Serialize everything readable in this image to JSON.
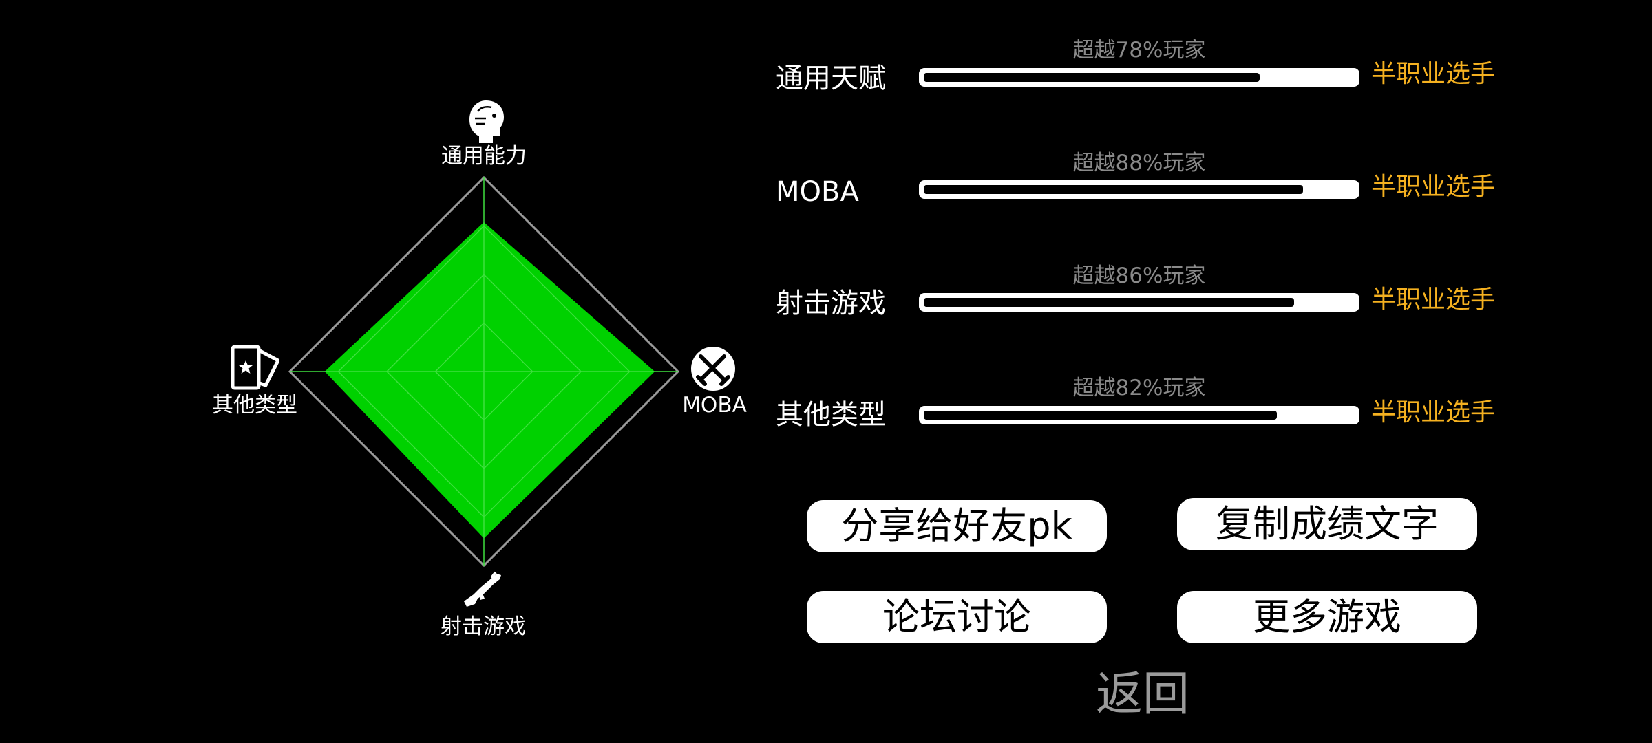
{
  "radar": {
    "axes": [
      {
        "label": "通用能力",
        "icon": "head-profile-icon",
        "level": 0.77
      },
      {
        "label": "MOBA",
        "icon": "crossed-swords-icon",
        "level": 0.88
      },
      {
        "label": "射击游戏",
        "icon": "rifle-icon",
        "level": 0.86
      },
      {
        "label": "其他类型",
        "icon": "star-cards-icon",
        "level": 0.82
      }
    ],
    "fill_color": "#00d100",
    "grid_color": "#4a4a4a",
    "outline_color": "#9a9a9a"
  },
  "scores": [
    {
      "name": "通用天赋",
      "percent_text": "超越78%玩家",
      "progress": 0.78,
      "rank": "半职业选手"
    },
    {
      "name": "MOBA",
      "percent_text": "超越88%玩家",
      "progress": 0.88,
      "rank": "半职业选手"
    },
    {
      "name": "射击游戏",
      "percent_text": "超越86%玩家",
      "progress": 0.86,
      "rank": "半职业选手"
    },
    {
      "name": "其他类型",
      "percent_text": "超越82%玩家",
      "progress": 0.82,
      "rank": "半职业选手"
    }
  ],
  "buttons": {
    "share": "分享给好友pk",
    "copy": "复制成绩文字",
    "forum": "论坛讨论",
    "more": "更多游戏"
  },
  "back": "返回",
  "colors": {
    "background": "#000000",
    "rank": "#f5b120",
    "percent_text": "#8a8a8a",
    "back_text": "#9a9a9a"
  }
}
